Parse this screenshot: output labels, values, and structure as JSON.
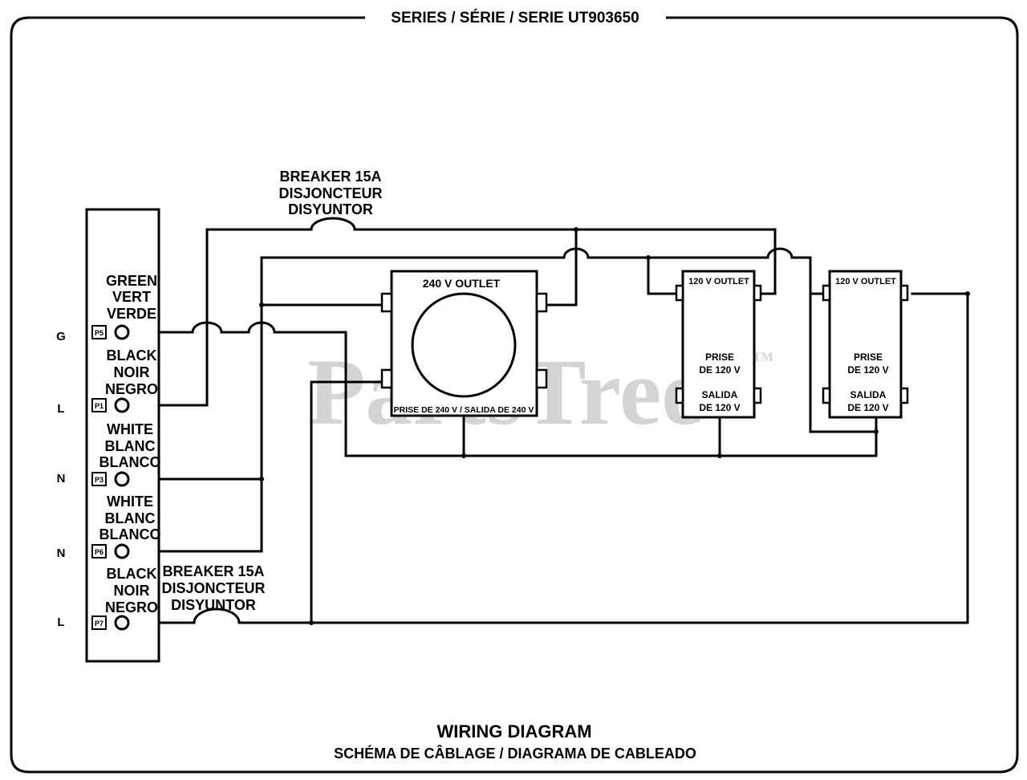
{
  "header": {
    "series": "SERIES / SÉRIE / SERIE UT903650"
  },
  "footer": {
    "title": "WIRING DIAGRAM",
    "subtitle": "SCHÉMA DE CÂBLAGE / DIAGRAMA DE CABLEADO"
  },
  "watermark": {
    "text": "PartsTree",
    "tm": "TM"
  },
  "terminal_block": {
    "terminals": [
      {
        "side_label": "G",
        "plug": "P5",
        "lines": [
          "GREEN",
          "VERT",
          "VERDE"
        ]
      },
      {
        "side_label": "L",
        "plug": "P1",
        "lines": [
          "BLACK",
          "NOIR",
          "NEGRO"
        ]
      },
      {
        "side_label": "N",
        "plug": "P3",
        "lines": [
          "WHITE",
          "BLANC",
          "BLANCO"
        ]
      },
      {
        "side_label": "N",
        "plug": "P6",
        "lines": [
          "WHITE",
          "BLANC",
          "BLANCO"
        ]
      },
      {
        "side_label": "L",
        "plug": "P7",
        "lines": [
          "BLACK",
          "NOIR",
          "NEGRO"
        ]
      }
    ]
  },
  "breakers": {
    "top": [
      "BREAKER 15A",
      "DISJONCTEUR",
      "DISYUNTOR"
    ],
    "bottom": [
      "BREAKER 15A",
      "DISJONCTEUR",
      "DISYUNTOR"
    ]
  },
  "outlets": {
    "o240": {
      "title": "240 V OUTLET",
      "caption": "PRISE DE 240 V / SALIDA DE 240 V"
    },
    "o120a": {
      "title": "120 V OUTLET",
      "line1": "PRISE",
      "line2": "DE 120 V",
      "line3": "SALIDA",
      "line4": "DE 120 V"
    },
    "o120b": {
      "title": "120 V OUTLET",
      "line1": "PRISE",
      "line2": "DE 120 V",
      "line3": "SALIDA",
      "line4": "DE 120 V"
    }
  }
}
